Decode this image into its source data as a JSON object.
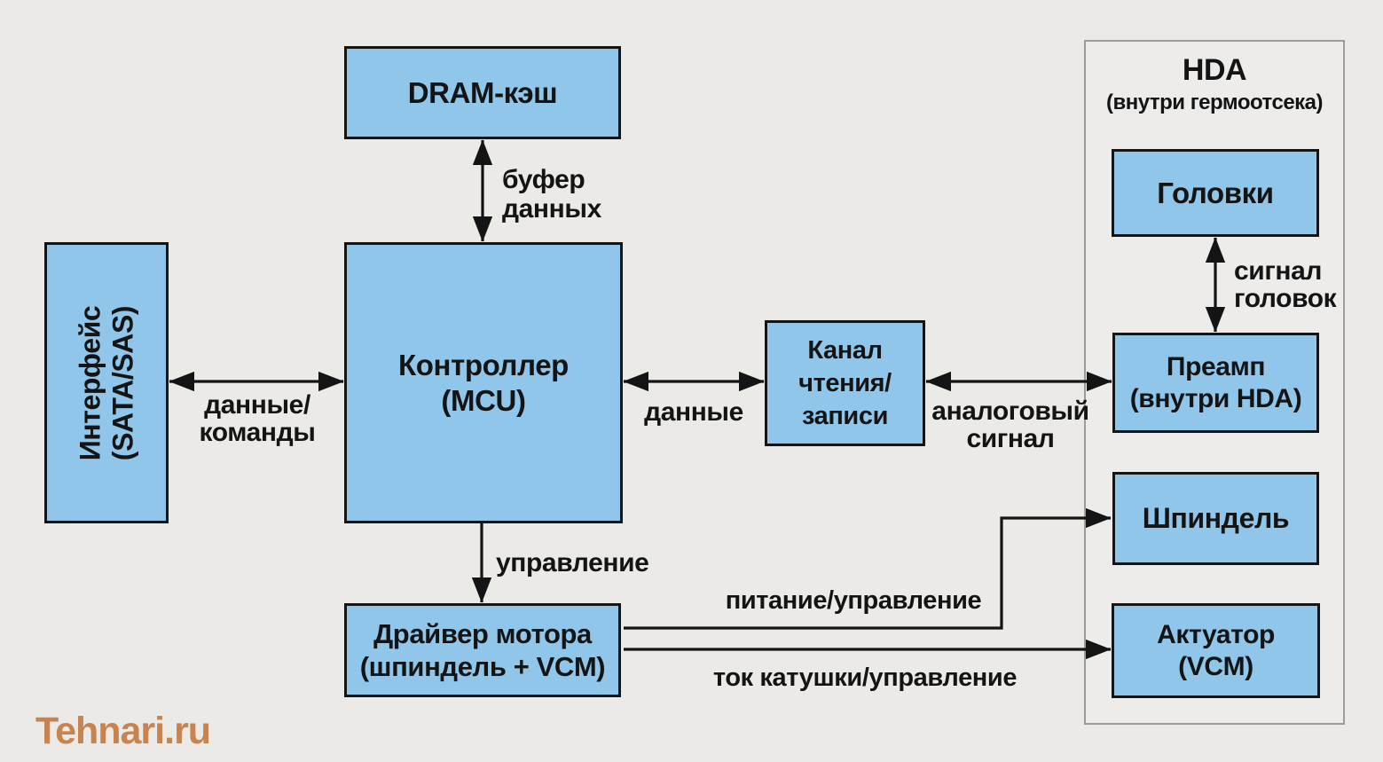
{
  "colors": {
    "bg": "#ebeae7",
    "box-fill": "#90c6ea",
    "box-border": "#141414",
    "ink": "#141414",
    "hda-border": "#9c9c9a",
    "hda-fill": "#edecea",
    "watermark": "#c8834e"
  },
  "hda": {
    "title": "HDA",
    "subtitle": "(внутри гермоотсека)"
  },
  "boxes": {
    "dram": {
      "label": "DRAM-кэш"
    },
    "interface": {
      "label": "Интерфейс\n(SATA/SAS)"
    },
    "mcu": {
      "label": "Контроллер\n(MCU)"
    },
    "channel": {
      "label": "Канал\nчтения/\nзаписи"
    },
    "driver": {
      "label": "Драйвер мотора\n(шпиндель + VCM)"
    },
    "heads": {
      "label": "Головки"
    },
    "preamp": {
      "label": "Преамп\n(внутри HDA)"
    },
    "spindle": {
      "label": "Шпиндель"
    },
    "actuator": {
      "label": "Актуатор\n(VCM)"
    }
  },
  "edge_labels": {
    "buffer": "буфер\nданных",
    "data_commands": "данные/\nкоманды",
    "data": "данные",
    "analog": "аналоговый\nсигнал",
    "head_signal": "сигнал\nголовок",
    "control": "управление",
    "power_control": "питание/управление",
    "coil_current": "ток катушки/управление"
  },
  "watermark": "Tehnari.ru"
}
